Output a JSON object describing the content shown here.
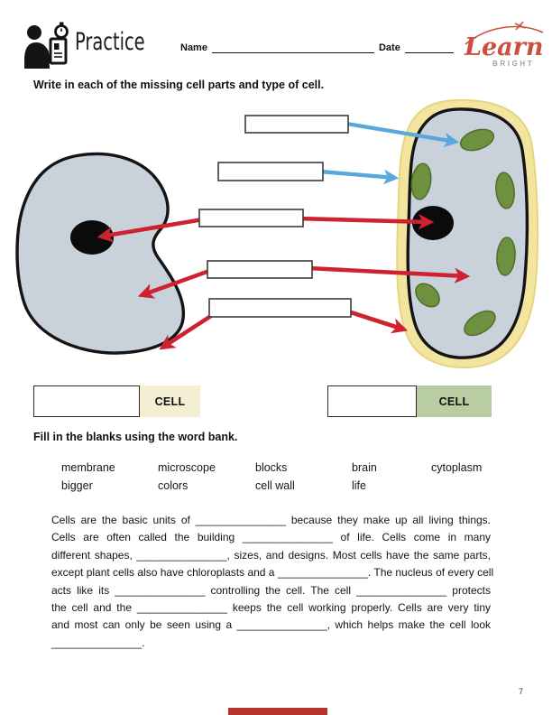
{
  "header": {
    "title": "Practice",
    "name_label": "Name",
    "date_label": "Date",
    "logo_word": "Learn",
    "logo_sub": "BRIGHT"
  },
  "instructions": {
    "diagram": "Write in each of the missing cell parts and type of cell.",
    "word_bank": "Fill in the blanks using the word bank."
  },
  "cell_type_labels": {
    "animal": "CELL",
    "plant": "CELL"
  },
  "word_bank": {
    "rows": [
      [
        "membrane",
        "microscope",
        "blocks",
        "brain",
        "cytoplasm"
      ],
      [
        "bigger",
        "colors",
        "cell wall",
        "life"
      ]
    ]
  },
  "paragraph": {
    "lines": [
      "Cells are the basic units of _______________ because they make up all living things.",
      "Cells are often called the building _______________ of life. Cells come in many",
      "different shapes, _______________, sizes, and designs. Most cells have the same parts,",
      "except plant cells also have chloroplasts and a _______________. The nucleus of every cell",
      "acts like its _______________ controlling the cell. The cell _______________ protects",
      "the cell and the _______________ keeps the cell working properly. Cells are very tiny",
      "and most can only be seen using a _______________, which helps make the cell look",
      "_______________."
    ]
  },
  "page_number": "7",
  "colors": {
    "cell_fill": "#c9d2da",
    "cell_outline": "#141414",
    "cell_wall_yellow": "#f2e5a0",
    "cell_wall_edge": "#e7d47e",
    "chloroplast_fill": "#6e9140",
    "chloroplast_edge": "#506f2c",
    "nucleus_black": "#0b0b0b",
    "red_arrow": "#cf2231",
    "blue_arrow": "#58a8de",
    "box_stroke": "#3a3a3a",
    "animal_label_bg": "#f4efd2",
    "plant_label_bg": "#b9cda3",
    "logo_red": "#cb4f41",
    "logo_gray": "#9aa0a4",
    "footer_red": "#b5342c"
  }
}
